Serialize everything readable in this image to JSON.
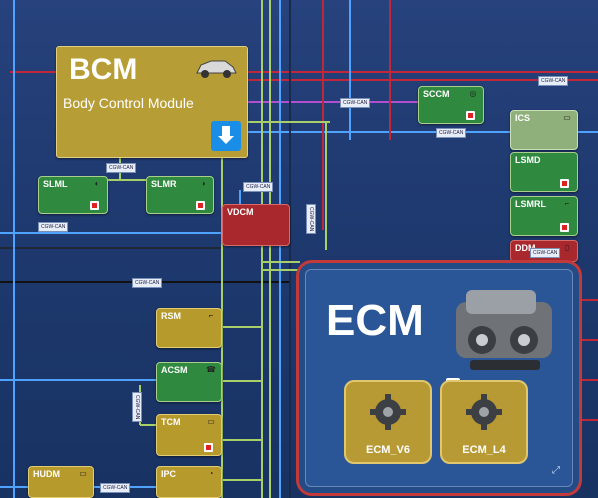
{
  "modules": {
    "bcm": {
      "short": "BCM",
      "full": "Body Control Module"
    },
    "sccm": "SCCM",
    "slml": "SLML",
    "slmr": "SLMR",
    "vdcm": "VDCM",
    "ics": "ICS",
    "lsmd": "LSMD",
    "lsmrl": "LSMRL",
    "ddm": "DDM",
    "rsm": "RSM",
    "acsm": "ACSM",
    "tcm": "TCM",
    "hudm": "HUDM",
    "ipc": "IPC"
  },
  "ecm": {
    "title": "ECM",
    "variants": [
      "ECM_V6",
      "ECM_L4"
    ]
  },
  "bus_tags": [
    "CGW-CAN",
    "CGW-CAN",
    "CGW-CAN",
    "CGW-CAN",
    "CGW-CAN",
    "CGW-CAN",
    "CGW-CAN",
    "CGW-CAN",
    "CGW-CAN",
    "CGW-CAN",
    "CGW-CAN"
  ],
  "colors": {
    "bcm": "#b79d35",
    "green_module": "#2f8a3f",
    "red_module": "#a8282e",
    "ecm_border": "#c23a3a",
    "background": "#1f3a70"
  }
}
